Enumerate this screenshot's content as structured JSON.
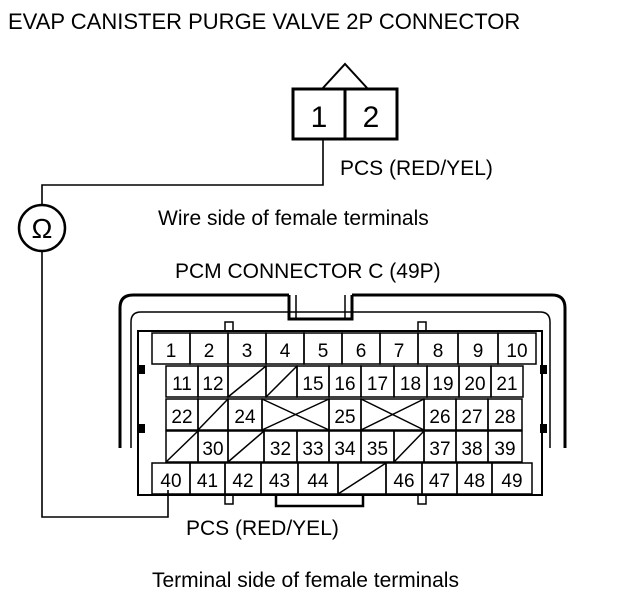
{
  "title": "EVAP CANISTER PURGE VALVE 2P CONNECTOR",
  "purge_connector": {
    "pins": [
      "1",
      "2"
    ],
    "wire_label": "PCS (RED/YEL)",
    "view_label": "Wire side of female terminals"
  },
  "meter": {
    "symbol": "Ω",
    "icon": "ohmmeter-icon"
  },
  "pcm_connector": {
    "title": "PCM CONNECTOR C (49P)",
    "rows": [
      [
        "1",
        "2",
        "3",
        "4",
        "5",
        "6",
        "7",
        "8",
        "9",
        "10"
      ],
      [
        "11",
        "12",
        "",
        "",
        "15",
        "16",
        "17",
        "18",
        "19",
        "20",
        "21"
      ],
      [
        "22",
        "",
        "24",
        "",
        "25",
        "",
        "26",
        "27",
        "28"
      ],
      [
        "",
        "30",
        "",
        "32",
        "33",
        "34",
        "35",
        "",
        "37",
        "38",
        "39"
      ],
      [
        "40",
        "41",
        "42",
        "43",
        "44",
        "",
        "46",
        "47",
        "48",
        "49"
      ]
    ],
    "wire_label": "PCS (RED/YEL)",
    "view_label": "Terminal side of female terminals"
  }
}
